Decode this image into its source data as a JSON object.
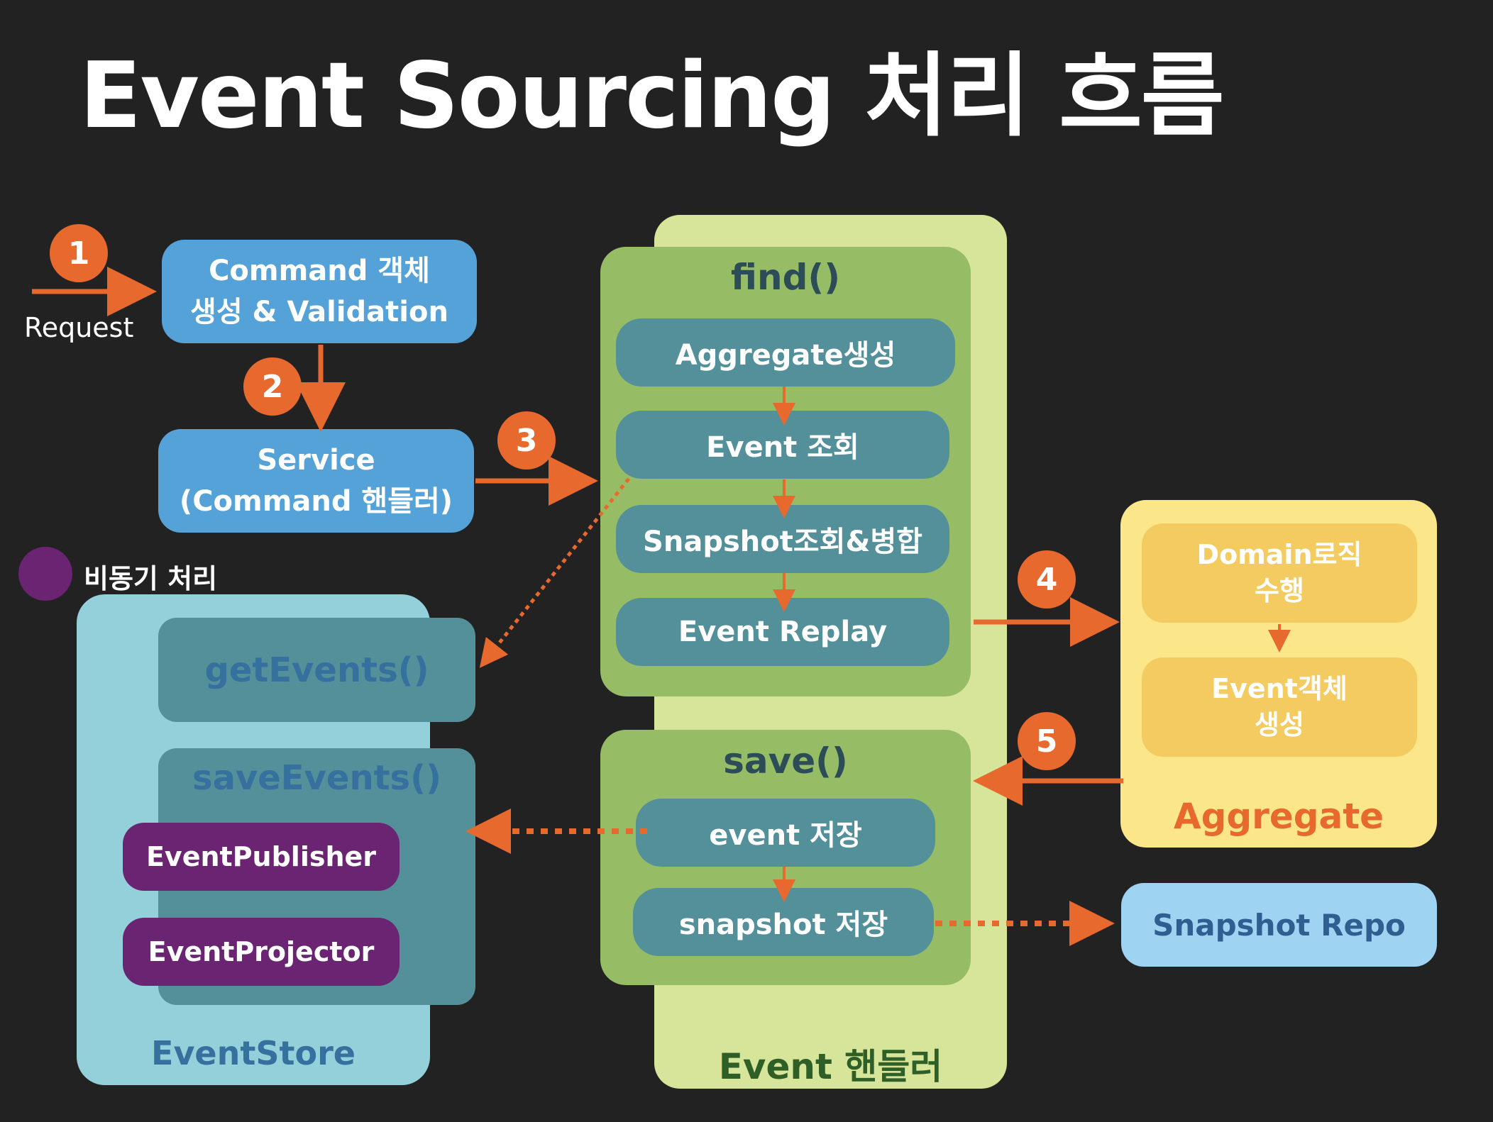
{
  "title": "Event Sourcing 처리 흐름",
  "request_label": "Request",
  "steps": [
    "1",
    "2",
    "3",
    "4",
    "5"
  ],
  "command_box": {
    "line1": "Command 객체",
    "line2": "생성 & Validation"
  },
  "service_box": {
    "line1": "Service",
    "line2": "(Command 핸들러)"
  },
  "legend": {
    "label": "비동기 처리",
    "color": "#6b2472"
  },
  "event_handler": {
    "title": "Event 핸들러",
    "find": {
      "title": "find()",
      "steps": [
        "Aggregate생성",
        "Event 조회",
        "Snapshot조회&병합",
        "Event Replay"
      ]
    },
    "save": {
      "title": "save()",
      "steps": [
        "event 저장",
        "snapshot 저장"
      ]
    }
  },
  "event_store": {
    "title": "EventStore",
    "get_events": "getEvents()",
    "save_events": "saveEvents()",
    "publisher": "EventPublisher",
    "projector": "EventProjector"
  },
  "aggregate": {
    "title": "Aggregate",
    "box1": {
      "line1": "Domain로직",
      "line2": "수행"
    },
    "box2": {
      "line1": "Event객체",
      "line2": "생성"
    }
  },
  "snapshot_repo": "Snapshot Repo",
  "colors": {
    "arrow": "#e8692d",
    "command_blue": "#55a2d8",
    "teal": "#54909a",
    "green": "#96bd66",
    "light_green": "#d7e59b",
    "store_blue": "#94d0da",
    "yellow": "#fbe78a",
    "snapshot_blue": "#9ed4f1"
  }
}
